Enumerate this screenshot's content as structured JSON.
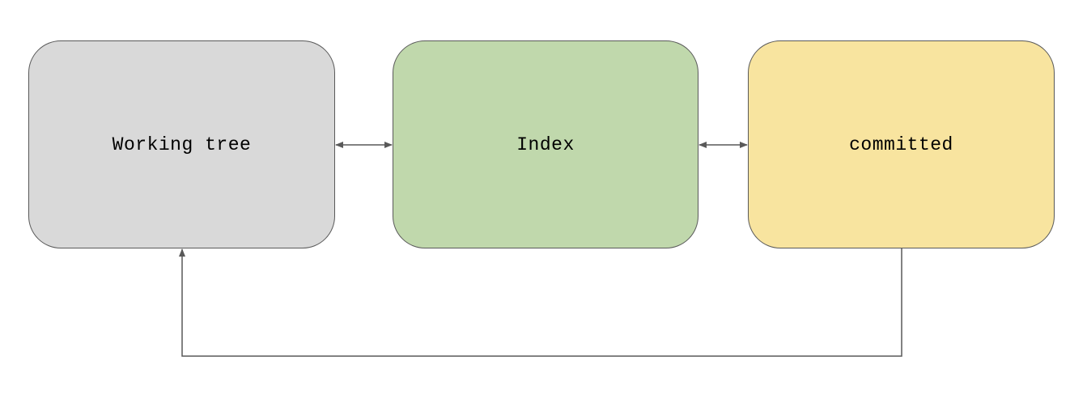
{
  "nodes": {
    "working_tree": {
      "label": "Working tree",
      "color": "#d9d9d9"
    },
    "index": {
      "label": "Index",
      "color": "#c0d8ac"
    },
    "committed": {
      "label": "committed",
      "color": "#f8e49f"
    }
  },
  "edges": [
    {
      "from": "working_tree",
      "to": "index",
      "direction": "both"
    },
    {
      "from": "index",
      "to": "committed",
      "direction": "both"
    },
    {
      "from": "committed",
      "to": "working_tree",
      "direction": "forward"
    }
  ],
  "colors": {
    "stroke": "#595959"
  }
}
